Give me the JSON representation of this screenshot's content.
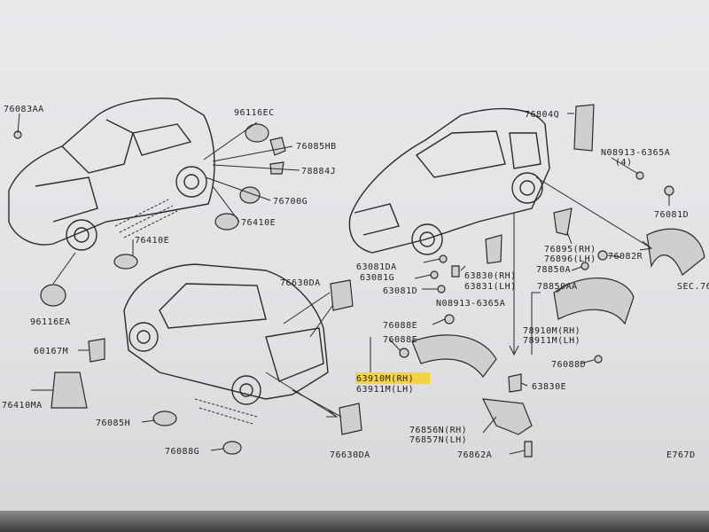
{
  "labels": {
    "l1": "76083AA",
    "l2": "96116EC",
    "l3": "76085HB",
    "l4": "78884J",
    "l5": "76700G",
    "l6": "76410E",
    "l7": "76410E",
    "l8": "96116EA",
    "l9": "76630DA",
    "l10": "60167M",
    "l11": "76410MA",
    "l12": "76085H",
    "l13": "76088G",
    "l14": "76630DA",
    "l15": "76804Q",
    "l16": "N08913-6365A",
    "l16b": "(4)",
    "l17": "76081D",
    "l18": "76895(RH)",
    "l19": "76896(LH)",
    "l20": "76082R",
    "l21": "78850A",
    "l22": "78850AA",
    "l23": "SEC.76",
    "l24": "63081DA",
    "l25": "63081G",
    "l26": "63081D",
    "l27": "63830(RH)",
    "l28": "63831(LH)",
    "l29": "N08913-6365A",
    "l30": "76088E",
    "l31": "76088E",
    "l32": "63910M(RH)",
    "l33": "63911M(LH)",
    "l34": "78910M(RH)",
    "l35": "78911M(LH)",
    "l36": "76088D",
    "l37": "63830E",
    "l38": "76856N(RH)",
    "l39": "76857N(LH)",
    "l40": "76862A",
    "l41": "E767D"
  },
  "colors": {
    "highlight": "#f3d34a",
    "ink": "#222222",
    "paper": "#e6e6e9"
  }
}
